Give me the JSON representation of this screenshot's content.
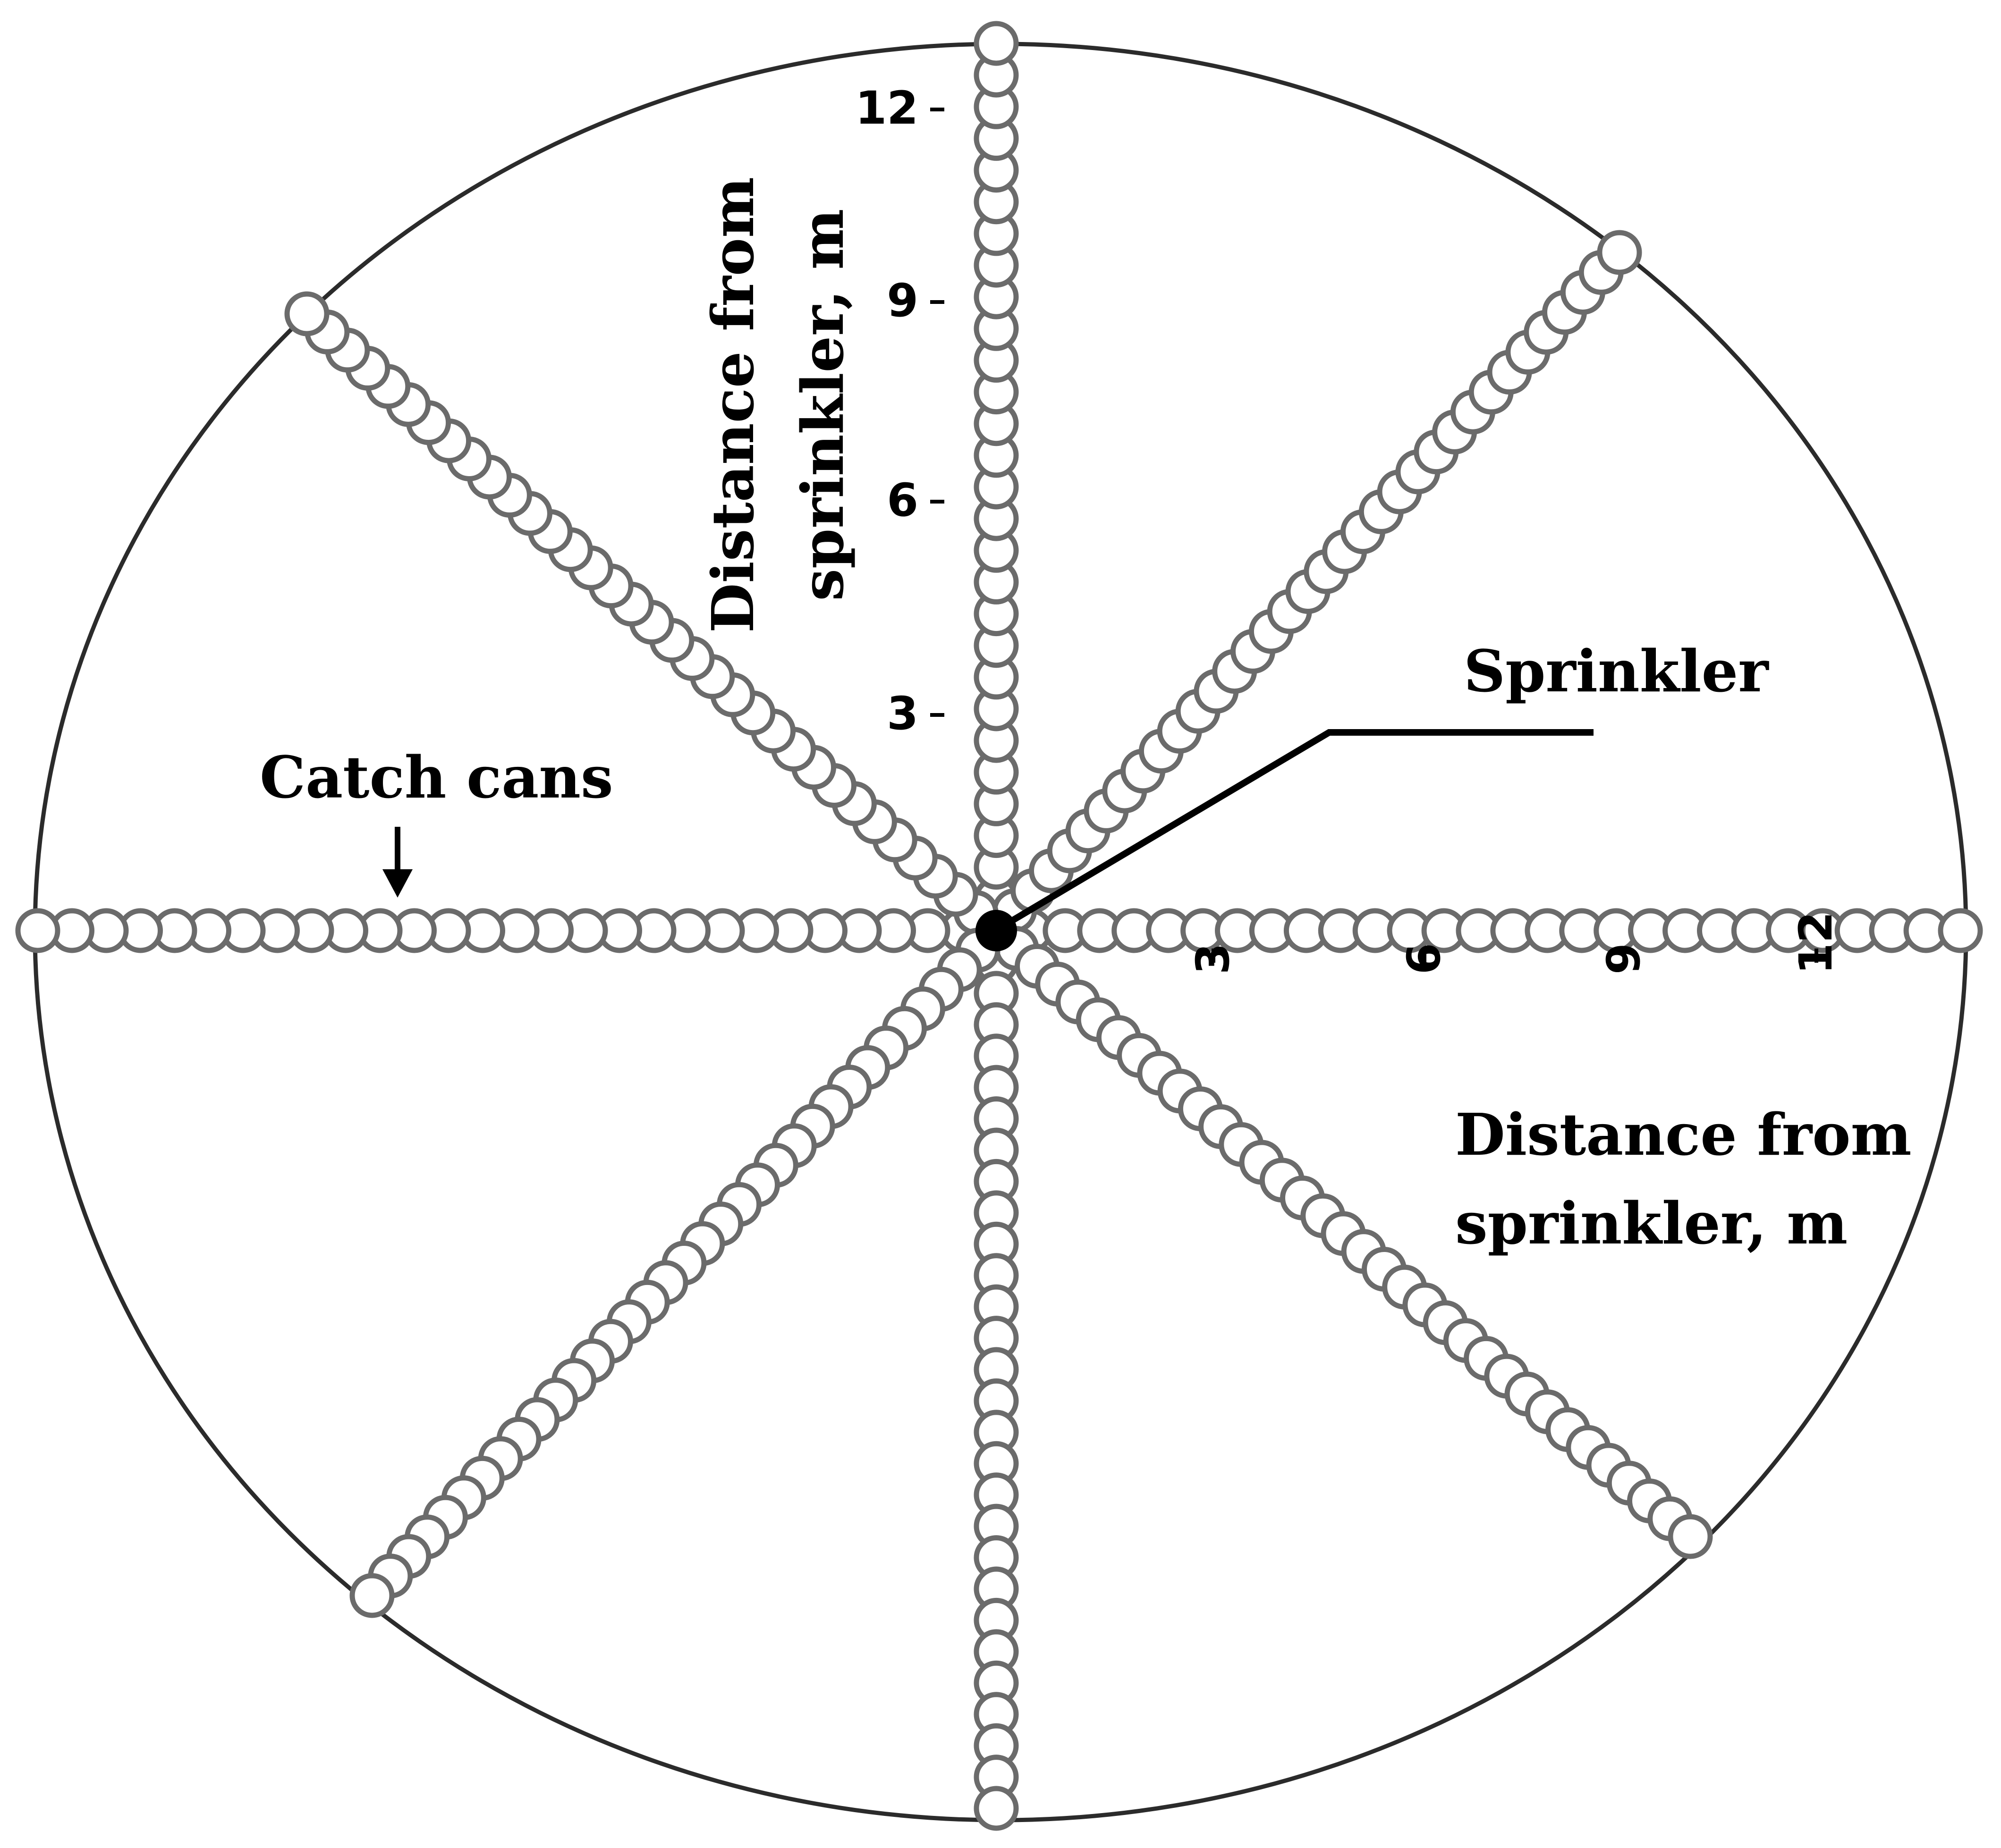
{
  "diagram": {
    "labels": {
      "vertical_axis_line1": "Distance from",
      "vertical_axis_line2": "sprinkler, m",
      "horizontal_axis_line1": "Distance from",
      "horizontal_axis_line2": "sprinkler, m",
      "sprinkler": "Sprinkler",
      "catch_cans": "Catch cans"
    },
    "vertical_ticks": [
      "3",
      "6",
      "9",
      "12"
    ],
    "horizontal_ticks": [
      "3",
      "6",
      "9",
      "12"
    ],
    "colors": {
      "outline": "#2b2b2b",
      "can": "#6b6b6b",
      "transect": "#bdbdbd",
      "sprinkler": "#000000"
    }
  }
}
